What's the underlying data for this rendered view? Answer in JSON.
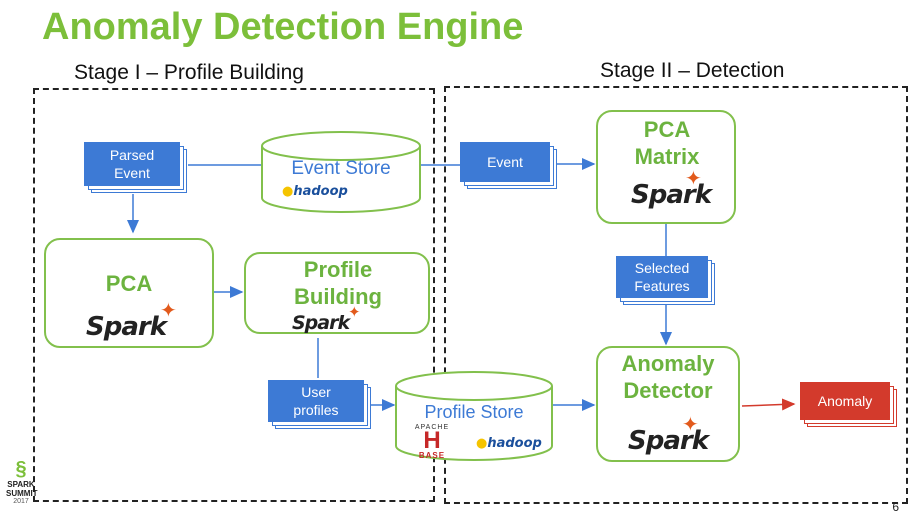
{
  "title": "Anomaly Detection Engine",
  "stages": {
    "stage1": "Stage I – Profile Building",
    "stage2": "Stage II – Detection"
  },
  "nodes": {
    "parsed_event": "Parsed Event",
    "event_store": "Event Store",
    "event": "Event",
    "pca_matrix": "PCA Matrix",
    "pca": "PCA",
    "profile_building": "Profile Building",
    "selected_features": "Selected Features",
    "user_profiles": "User profiles",
    "profile_store": "Profile Store",
    "anomaly_detector": "Anomaly Detector",
    "anomaly": "Anomaly"
  },
  "logos": {
    "spark": "Spark",
    "hadoop": "hadoop",
    "hbase_top": "APACHE",
    "hbase_letter": "H",
    "hbase_bottom": "BASE",
    "summit_line1": "SPARK",
    "summit_line2": "SUMMIT",
    "summit_year": "2017"
  },
  "colors": {
    "green": "#7cbf3a",
    "blue": "#3d7ad5",
    "red": "#d33a2c",
    "spark_orange": "#e25a1c"
  },
  "page_number": "6"
}
